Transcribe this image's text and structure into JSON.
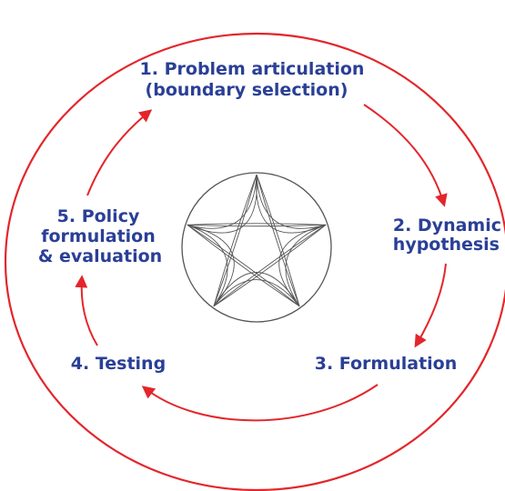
{
  "steps": {
    "step1": {
      "line1": "1. Problem articulation",
      "line2": "(boundary selection)"
    },
    "step2": {
      "line1": "2. Dynamic",
      "line2": "hypothesis"
    },
    "step3": {
      "line1": "3. Formulation"
    },
    "step4": {
      "line1": "4. Testing"
    },
    "step5": {
      "line1": "5. Policy",
      "line2": "formulation",
      "line3": "& evaluation"
    }
  },
  "colors": {
    "outer_circle": "#e3262b",
    "arrows": "#e3262b",
    "labels": "#2a3f96",
    "center_symbol": "#555555"
  },
  "center_symbol_icon": "star-curves-icon"
}
